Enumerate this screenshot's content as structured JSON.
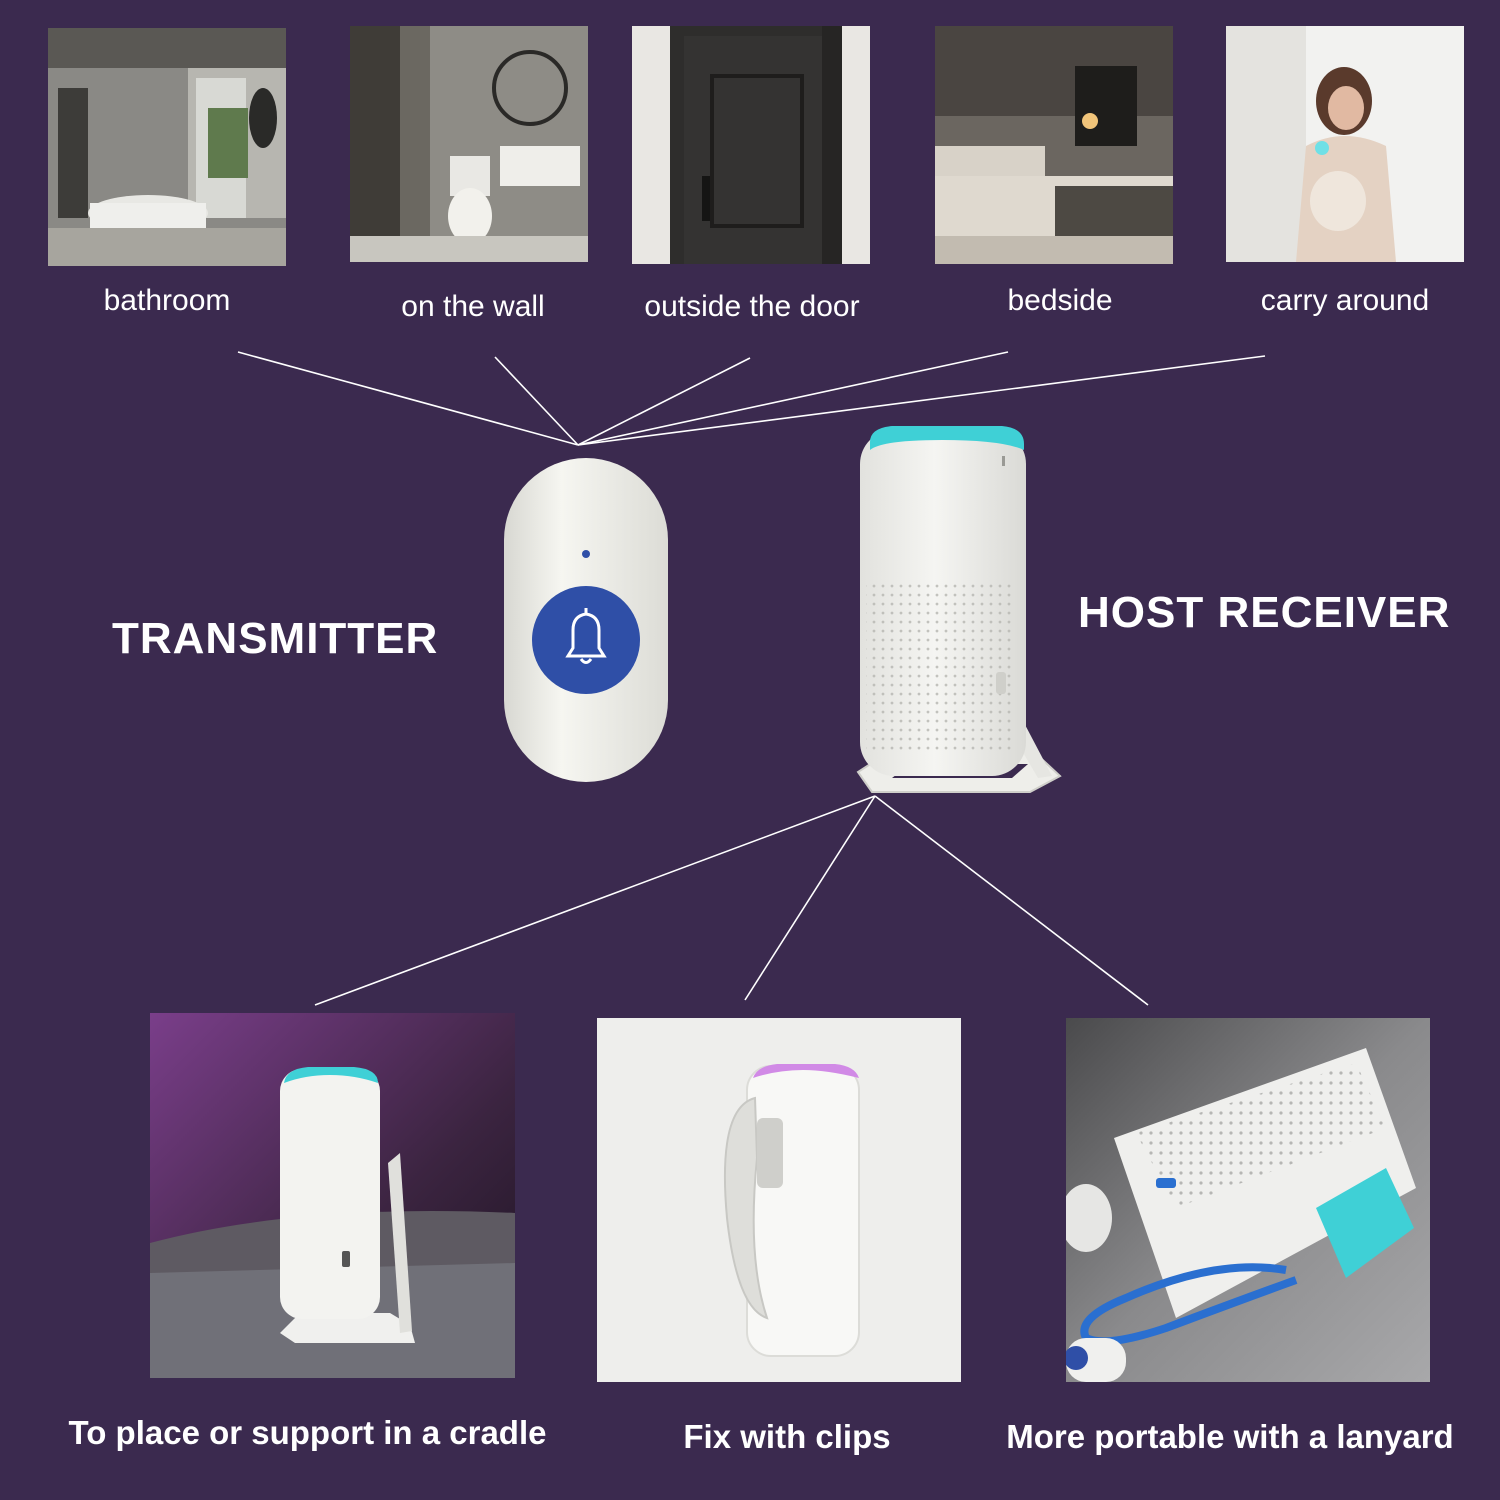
{
  "colors": {
    "background": "#3b2a4f",
    "line": "#ffffff",
    "text": "#ffffff",
    "accent_teal": "#3fd0d6",
    "button_blue": "#2f4fa7",
    "lanyard_blue": "#2a6fd0",
    "clip_top_pink": "#d18ae6"
  },
  "top_scenes": [
    {
      "label": "bathroom"
    },
    {
      "label": "on the wall"
    },
    {
      "label": "outside the door"
    },
    {
      "label": "bedside"
    },
    {
      "label": "carry around"
    }
  ],
  "devices": {
    "transmitter_label": "TRANSMITTER",
    "receiver_label": "HOST RECEIVER",
    "transmitter_icon": "bell-icon"
  },
  "bottom_modes": [
    {
      "label": "To place or support in a cradle"
    },
    {
      "label": "Fix with clips"
    },
    {
      "label": "More portable with a lanyard"
    }
  ]
}
